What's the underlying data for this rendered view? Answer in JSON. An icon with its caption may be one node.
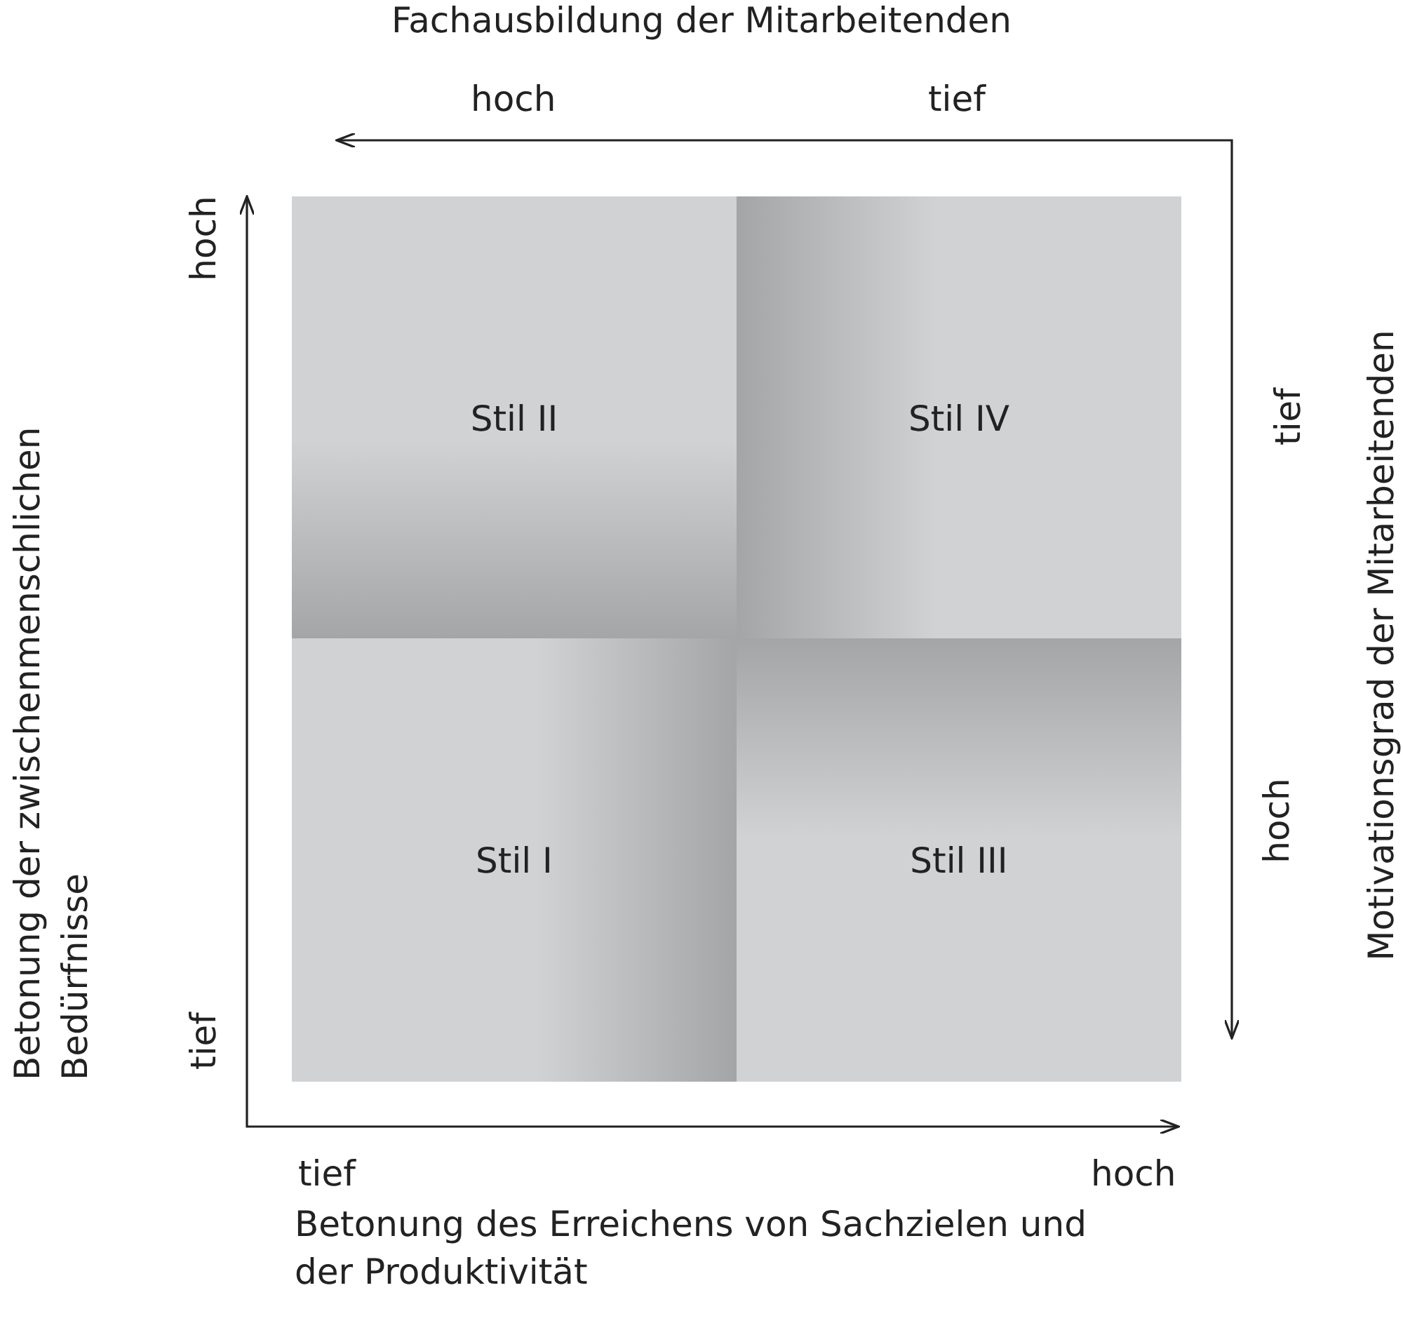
{
  "diagram": {
    "nodes": [
      {
        "text": [
          "Stil II"
        ]
      },
      {
        "text": [
          "Stil IV"
        ]
      },
      {
        "text": [
          "Stil I"
        ]
      },
      {
        "text": [
          "Stil III"
        ]
      }
    ],
    "edges": [],
    "labels": [
      "Fachausbildung der Mitarbeitenden",
      "hoch",
      "tief",
      "hoch",
      "tief",
      "Betonung der zwischenmenschlichen Bedürfnisse",
      "Motivationsgrad der Mitarbeitenden",
      "hoch",
      "tief",
      "tief",
      "hoch",
      "Betonung des Erreichens von Sachzielen und der Produktivität"
    ]
  }
}
